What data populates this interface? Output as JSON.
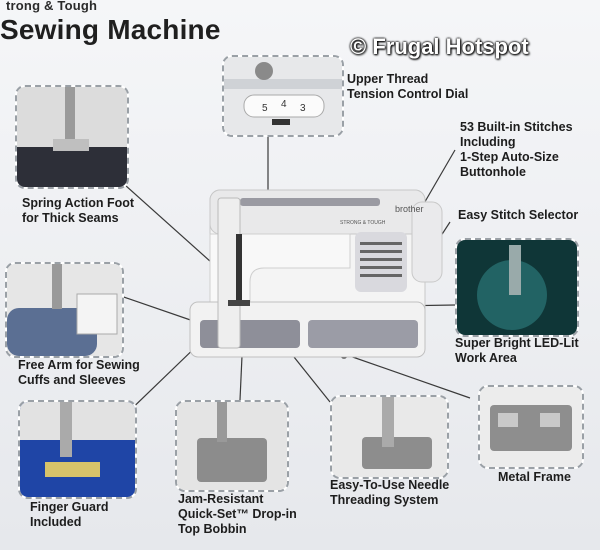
{
  "header": {
    "subtitle": "trong & Tough",
    "title": "Sewing Machine"
  },
  "watermark": "© Frugal Hotspot",
  "machine": {
    "brand": "brother",
    "model_label": "STRONG & TOUGH"
  },
  "dial": {
    "numbers": [
      "5",
      "4",
      "3"
    ]
  },
  "features": {
    "upper_thread": [
      "Upper Thread",
      "Tension Control Dial"
    ],
    "stitches": [
      "53 Built-in Stitches",
      "Including",
      "1-Step Auto-Size",
      "Buttonhole"
    ],
    "selector": [
      "Easy Stitch Selector"
    ],
    "led": [
      "Super Bright LED-Lit",
      "Work Area"
    ],
    "spring": [
      "Spring Action Foot",
      "for Thick Seams"
    ],
    "free_arm": [
      "Free Arm for Sewing",
      "Cuffs and Sleeves"
    ],
    "finger": [
      "Finger Guard",
      "Included"
    ],
    "bobbin": [
      "Jam-Resistant",
      "Quick-Set™ Drop-in",
      "Top Bobbin"
    ],
    "needle": [
      "Easy-To-Use Needle",
      "Threading System"
    ],
    "frame": [
      "Metal Frame"
    ]
  },
  "colors": {
    "accent": "#7c7e86",
    "dark": "#1f1f1f",
    "watermark": "#ffffff"
  }
}
